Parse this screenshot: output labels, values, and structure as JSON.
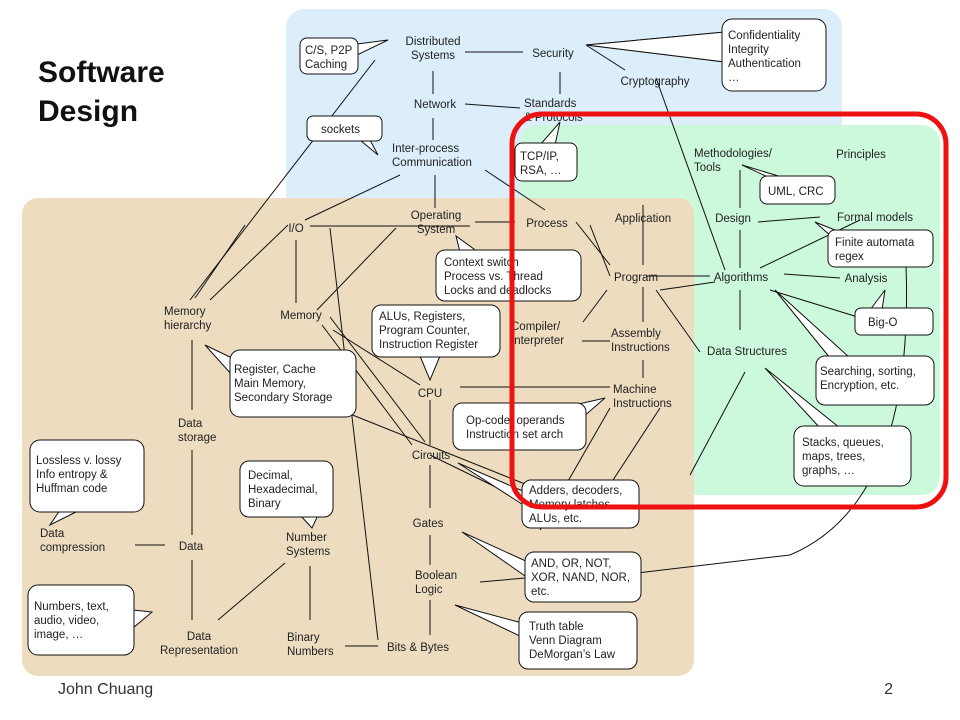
{
  "slide": {
    "title": [
      "Software",
      "Design"
    ],
    "author": "John Chuang",
    "page_number": "2"
  },
  "nodes": {
    "distributed_systems": [
      "Distributed",
      "Systems"
    ],
    "security": [
      "Security"
    ],
    "cryptography": [
      "Cryptography"
    ],
    "network": [
      "Network"
    ],
    "standards": [
      "Standards",
      "& Protocols"
    ],
    "ipc": [
      "Inter-process",
      "Communication"
    ],
    "io": [
      "I/O"
    ],
    "operating_system": [
      "Operating",
      "System"
    ],
    "process": [
      "Process"
    ],
    "memory_hierarchy": [
      "Memory",
      "hierarchy"
    ],
    "memory": [
      "Memory"
    ],
    "compiler": [
      "Compiler/",
      "Interpreter"
    ],
    "assembly": [
      "Assembly",
      "Instructions"
    ],
    "cpu": [
      "CPU"
    ],
    "machine": [
      "Machine",
      "Instructions"
    ],
    "data_storage": [
      "Data",
      "storage"
    ],
    "circuits": [
      "Circuits"
    ],
    "gates": [
      "Gates"
    ],
    "data_compression": [
      "Data",
      "compression"
    ],
    "data": [
      "Data"
    ],
    "number_systems": [
      "Number",
      "Systems"
    ],
    "boolean_logic": [
      "Boolean",
      "Logic"
    ],
    "data_representation": [
      "Data",
      "Representation"
    ],
    "binary_numbers": [
      "Binary",
      "Numbers"
    ],
    "bits_bytes": [
      "Bits & Bytes"
    ],
    "methodologies": [
      "Methodologies/",
      "Tools"
    ],
    "principles": [
      "Principles"
    ],
    "application": [
      "Application"
    ],
    "design": [
      "Design"
    ],
    "formal_models": [
      "Formal models"
    ],
    "program": [
      "Program"
    ],
    "algorithms": [
      "Algorithms"
    ],
    "analysis": [
      "Analysis"
    ],
    "data_structures": [
      "Data Structures"
    ]
  },
  "callouts": {
    "cs_p2p": [
      "C/S, P2P",
      "Caching"
    ],
    "confidentiality": [
      "Confidentiality",
      "Integrity",
      "Authentication",
      "…"
    ],
    "sockets": [
      "sockets"
    ],
    "tcp_ip": [
      "TCP/IP,",
      "RSA, …"
    ],
    "uml_crc": [
      "UML, CRC"
    ],
    "context_switch": [
      "Context switch",
      "Process vs. Thread",
      "Locks and deadlocks"
    ],
    "finite_automata": [
      "Finite automata",
      "regex"
    ],
    "alus_registers": [
      "ALUs, Registers,",
      "Program Counter,",
      "Instruction Register"
    ],
    "big_o": [
      "Big-O"
    ],
    "register_cache": [
      "Register, Cache",
      "Main Memory,",
      "Secondary Storage"
    ],
    "searching_sorting": [
      "Searching, sorting,",
      "Encryption, etc."
    ],
    "op_code": [
      "Op-code, operands",
      "Instruction set arch"
    ],
    "lossless": [
      "Lossless v. lossy",
      "Info entropy &",
      "Huffman code"
    ],
    "stacks_queues": [
      "Stacks, queues,",
      "maps, trees,",
      "graphs, …"
    ],
    "decimal": [
      "Decimal,",
      "Hexadecimal,",
      "Binary"
    ],
    "adders": [
      "Adders, decoders,",
      "Memory latches,",
      "ALUs, etc."
    ],
    "and_or": [
      "AND, OR, NOT,",
      "XOR, NAND, NOR,",
      "etc."
    ],
    "numbers_text": [
      "Numbers, text,",
      "audio, video,",
      "image, …"
    ],
    "truth_table": [
      "Truth table",
      "Venn Diagram",
      "DeMorgan’s Law"
    ]
  },
  "colors": {
    "networking_region": "#dbeefa",
    "systems_region": "#eddcc0",
    "design_region": "#ccf8dc",
    "highlight": "#ee1111"
  }
}
